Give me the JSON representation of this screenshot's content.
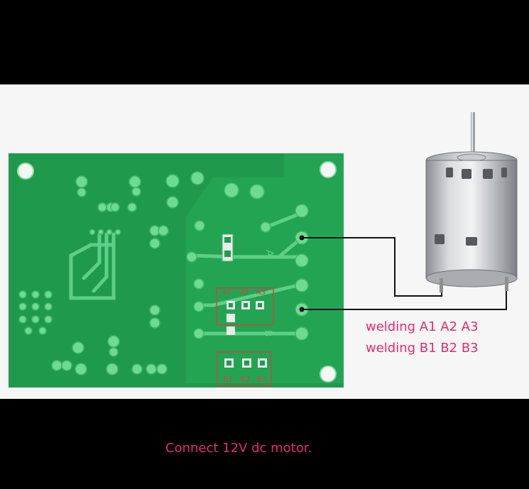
{
  "photo": {
    "silk": {
      "a_label": "A",
      "b_label": "B",
      "a_pads": [
        "A1",
        "A2",
        "A3"
      ],
      "b_pads": [
        "B1",
        "B2",
        "B3"
      ]
    },
    "colors": {
      "background": "#000000",
      "panel": "#f6f6f6",
      "pcb": "#1f9a4d",
      "trace": "#5fcf86",
      "silk_box": "#c44a44",
      "caption": "#e8296f",
      "wire": "#111111"
    }
  },
  "captions": {
    "welding_a": "welding A1 A2 A3",
    "welding_b": "welding  B1 B2 B3",
    "connect": "Connect 12V dc motor."
  }
}
